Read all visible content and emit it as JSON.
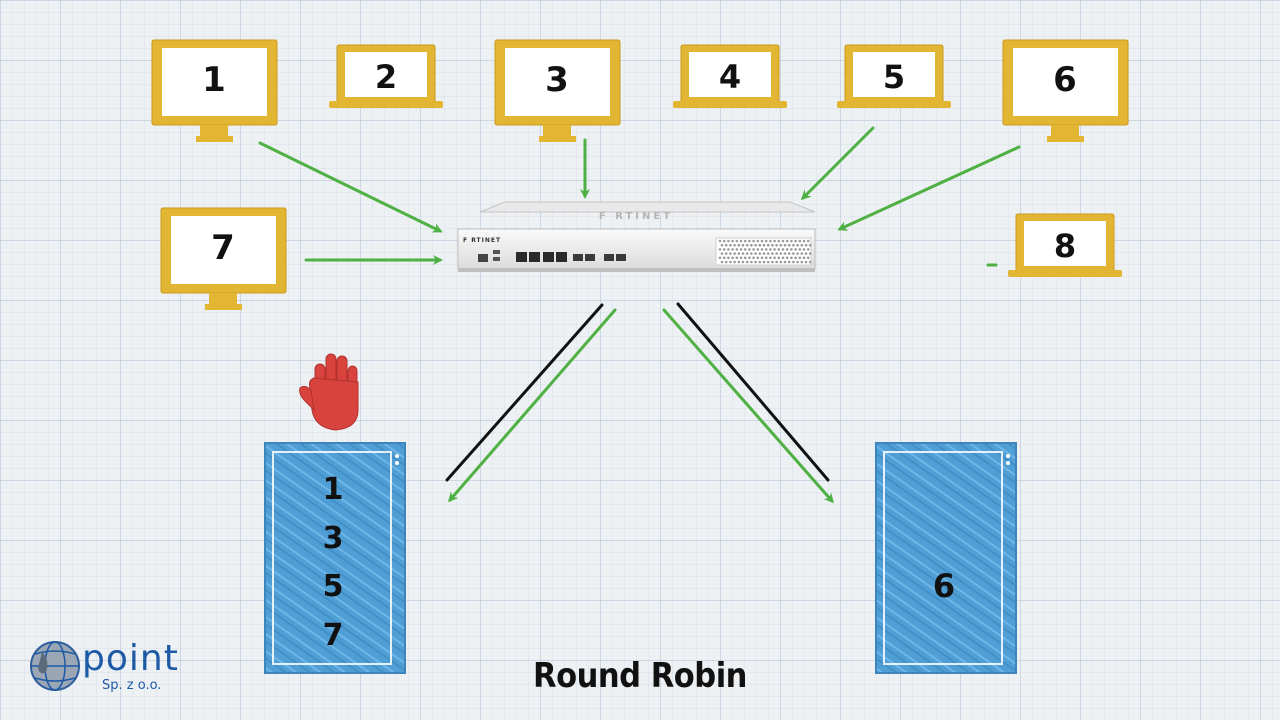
{
  "clients": [
    {
      "id": "1",
      "type": "desktop"
    },
    {
      "id": "2",
      "type": "laptop"
    },
    {
      "id": "3",
      "type": "desktop"
    },
    {
      "id": "4",
      "type": "laptop"
    },
    {
      "id": "5",
      "type": "laptop"
    },
    {
      "id": "6",
      "type": "desktop"
    },
    {
      "id": "7",
      "type": "desktop"
    },
    {
      "id": "8",
      "type": "laptop"
    }
  ],
  "load_balancer": {
    "brand": "F RTINET",
    "icon": "firewall-appliance-icon"
  },
  "servers": [
    {
      "name": "server-left",
      "sessions": [
        "1",
        "3",
        "5",
        "7"
      ],
      "blocked": true
    },
    {
      "name": "server-right",
      "sessions": [
        "6"
      ],
      "blocked": false
    }
  ],
  "blocked_icon": "stop-hand-icon",
  "caption": "Round Robin",
  "logo": {
    "word": "point",
    "sub": "Sp. z o.o."
  },
  "colors": {
    "monitor_frame": "#e2b632",
    "arrow": "#4fb043",
    "server": "#4f9fd6",
    "hand": "#d8433d",
    "logo": "#1d5aa6"
  }
}
